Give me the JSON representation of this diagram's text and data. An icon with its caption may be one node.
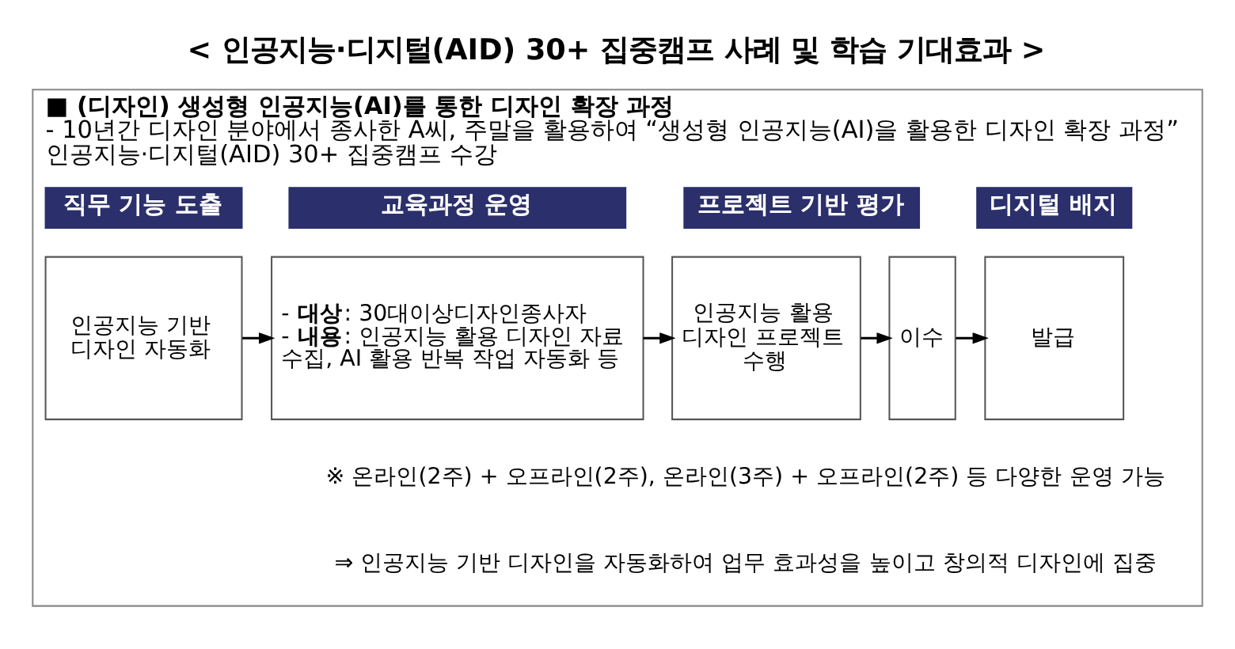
{
  "diagram": {
    "title": "< 인공지능·디지털(AID) 30+ 집중캠프 사례 및 학습 기대효과 >",
    "nodes": [
      {
        "text": [
          "■ (디자인) 생성형 인공지능(AI)를 통한 디자인 확장 과정",
          "- 10년간 디자인 분야에서 종사한 A씨, 주말을 활용하여 “생성형 인공지능(AI)을 활용한 디자인 확장 과정” 인공지능·디지털(AID) 30+ 집중캠프 수강"
        ]
      },
      {
        "text": [
          "직무 기능 도출"
        ],
        "in": 0
      },
      {
        "text": [
          "교육과정 운영"
        ],
        "in": 0
      },
      {
        "text": [
          "프로젝트 기반 평가"
        ],
        "in": 0
      },
      {
        "text": [
          "디지털 배지"
        ],
        "in": 0
      },
      {
        "text": [
          "인공지능 기반 디자인 자동화"
        ],
        "in": 0
      },
      {
        "text": [
          "- **대상**: 30대이상디자인종사자",
          "- **내용**: 인공지능 활용 디자인 자료 수집, AI 활용 반복 작업 자동화 등"
        ],
        "in": 0
      },
      {
        "text": [
          "인공지능 활용 디자인 프로젝트 수행"
        ],
        "in": 0
      },
      {
        "text": [
          "이수"
        ],
        "in": 0
      },
      {
        "text": [
          "발급"
        ],
        "in": 0
      }
    ],
    "edges": [
      {
        "from": 5,
        "to": 6,
        "arrow": "to"
      },
      {
        "from": 6,
        "to": 7,
        "arrow": "to"
      },
      {
        "from": 7,
        "to": 8,
        "arrow": "to"
      },
      {
        "from": 8,
        "to": 9,
        "arrow": "to"
      }
    ],
    "labels": [
      "※ 온라인(2주) + 오프라인(2주), 온라인(3주) + 오프라인(2주) 등 다양한 운영 가능",
      "⇒ 인공지능 기반 디자인을 자동화하여 업무 효과성을 높이고 창의적 디자인에 집중"
    ]
  }
}
